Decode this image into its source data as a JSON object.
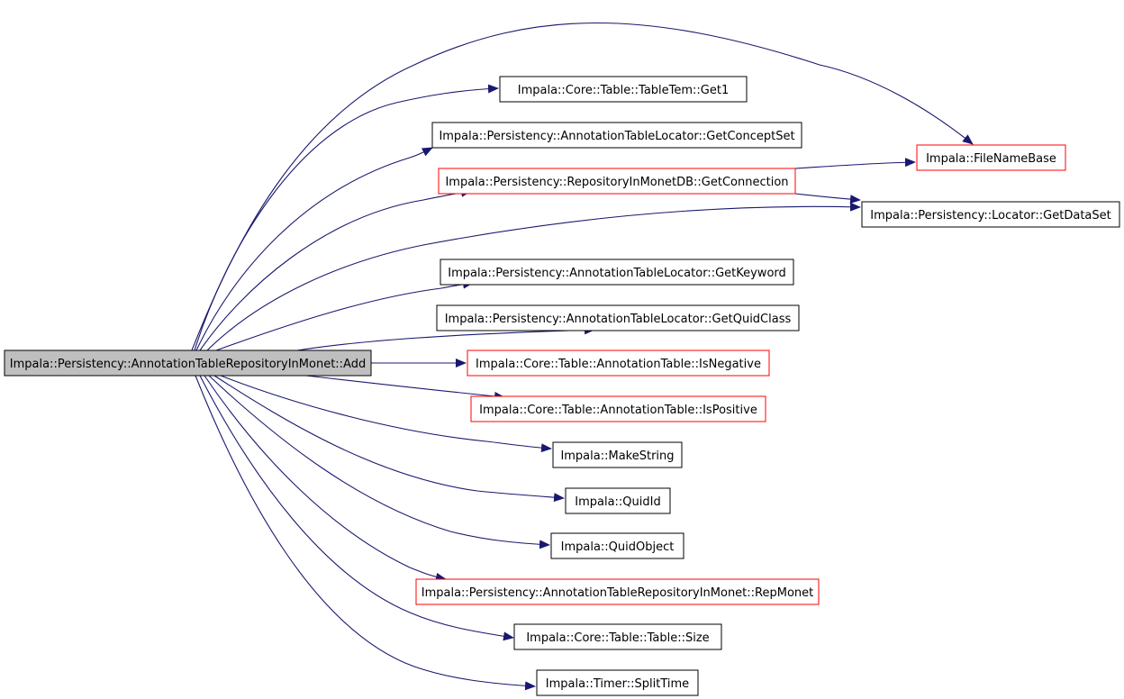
{
  "graph": {
    "root": "Impala::Persistency::AnnotationTableRepositoryInMonet::Add",
    "nodes": [
      {
        "id": "add",
        "label": "Impala::Persistency::AnnotationTableRepositoryInMonet::Add",
        "style": "root"
      },
      {
        "id": "get1",
        "label": "Impala::Core::Table::TableTem::Get1",
        "style": "documented"
      },
      {
        "id": "getconceptset",
        "label": "Impala::Persistency::AnnotationTableLocator::GetConceptSet",
        "style": "documented"
      },
      {
        "id": "getconnection",
        "label": "Impala::Persistency::RepositoryInMonetDB::GetConnection",
        "style": "truncated"
      },
      {
        "id": "filenamebase",
        "label": "Impala::FileNameBase",
        "style": "truncated"
      },
      {
        "id": "getdataset",
        "label": "Impala::Persistency::Locator::GetDataSet",
        "style": "documented"
      },
      {
        "id": "getkeyword",
        "label": "Impala::Persistency::AnnotationTableLocator::GetKeyword",
        "style": "documented"
      },
      {
        "id": "getquidclass",
        "label": "Impala::Persistency::AnnotationTableLocator::GetQuidClass",
        "style": "documented"
      },
      {
        "id": "isnegative",
        "label": "Impala::Core::Table::AnnotationTable::IsNegative",
        "style": "truncated"
      },
      {
        "id": "ispositive",
        "label": "Impala::Core::Table::AnnotationTable::IsPositive",
        "style": "truncated"
      },
      {
        "id": "makestring",
        "label": "Impala::MakeString",
        "style": "documented"
      },
      {
        "id": "quidid",
        "label": "Impala::QuidId",
        "style": "documented"
      },
      {
        "id": "quidobject",
        "label": "Impala::QuidObject",
        "style": "documented"
      },
      {
        "id": "repmonet",
        "label": "Impala::Persistency::AnnotationTableRepositoryInMonet::RepMonet",
        "style": "truncated"
      },
      {
        "id": "size",
        "label": "Impala::Core::Table::Table::Size",
        "style": "documented"
      },
      {
        "id": "splittime",
        "label": "Impala::Timer::SplitTime",
        "style": "documented"
      }
    ],
    "edges": [
      {
        "from": "add",
        "to": "filenamebase"
      },
      {
        "from": "add",
        "to": "get1"
      },
      {
        "from": "add",
        "to": "getconceptset"
      },
      {
        "from": "add",
        "to": "getconnection"
      },
      {
        "from": "add",
        "to": "getdataset"
      },
      {
        "from": "add",
        "to": "getkeyword"
      },
      {
        "from": "add",
        "to": "getquidclass"
      },
      {
        "from": "add",
        "to": "isnegative"
      },
      {
        "from": "add",
        "to": "ispositive"
      },
      {
        "from": "add",
        "to": "makestring"
      },
      {
        "from": "add",
        "to": "quidid"
      },
      {
        "from": "add",
        "to": "quidobject"
      },
      {
        "from": "add",
        "to": "repmonet"
      },
      {
        "from": "add",
        "to": "size"
      },
      {
        "from": "add",
        "to": "splittime"
      },
      {
        "from": "getconnection",
        "to": "filenamebase"
      },
      {
        "from": "getconnection",
        "to": "getdataset"
      }
    ],
    "colors": {
      "root_fill": "#bfbfbf",
      "node_border": "#000000",
      "truncated_border": "#ff0000",
      "edge": "#191970",
      "background": "#ffffff"
    }
  }
}
